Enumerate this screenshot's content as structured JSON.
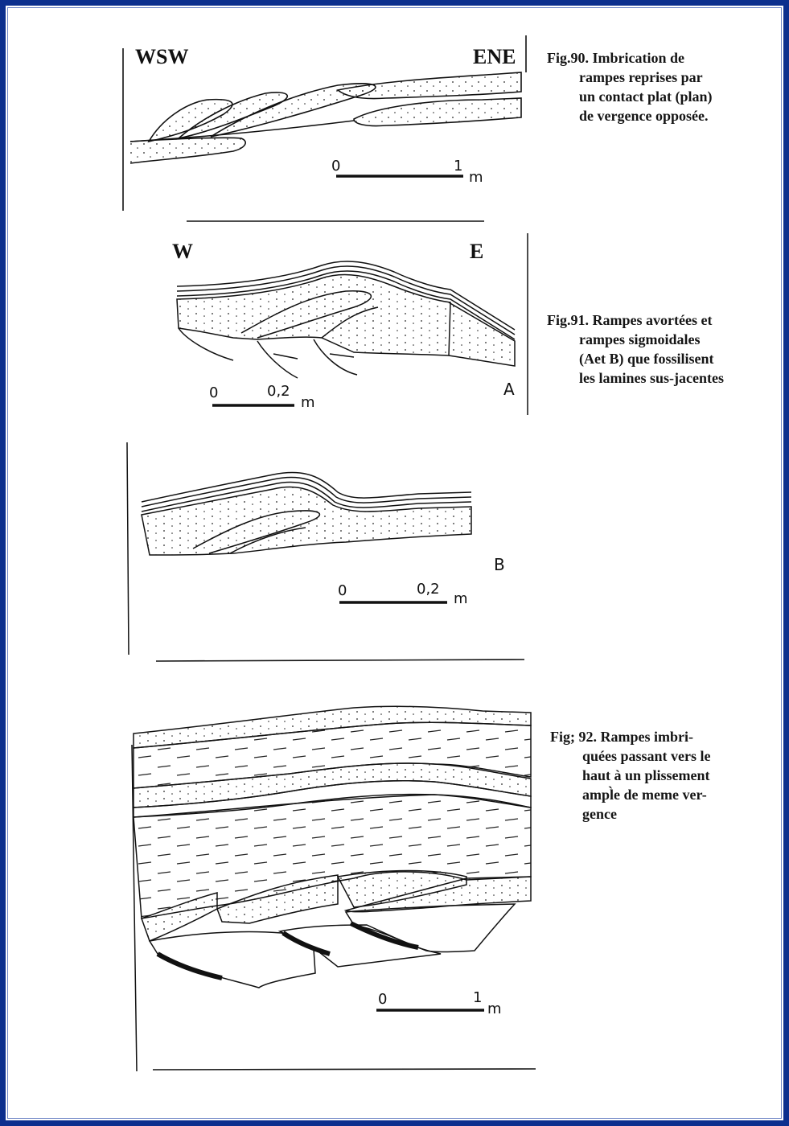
{
  "fig90": {
    "dir_left": "WSW",
    "dir_right": "ENE",
    "caption_number": "Fig.90.",
    "caption_lines": [
      "Imbrication de",
      "rampes  reprises par",
      "un contact plat (plan)",
      "de vergence opposée."
    ],
    "scale_zero": "0",
    "scale_end": "1",
    "scale_unit": "m"
  },
  "fig91": {
    "dir_left": "W",
    "dir_right": "E",
    "caption_number": "Fig.91.",
    "caption_lines": [
      "Rampes avortées et",
      "rampes sigmoidales",
      "(Aet B) que fossilisent",
      "les lamines sus-jacentes"
    ],
    "panel_a": {
      "letter": "A",
      "scale_zero": "0",
      "scale_end": "0,2",
      "scale_unit": "m"
    },
    "panel_b": {
      "letter": "B",
      "scale_zero": "0",
      "scale_end": "0,2",
      "scale_unit": "m"
    }
  },
  "fig92": {
    "caption_number": "Fig; 92.",
    "caption_lines": [
      "Rampes imbri-",
      "quées passant vers le",
      "haut à un plissement",
      "ampl̀e de meme ver-",
      "gence"
    ],
    "scale_zero": "0",
    "scale_end": "1",
    "scale_unit": "m"
  },
  "colors": {
    "border": "#0c2f8e",
    "ink": "#111111"
  }
}
